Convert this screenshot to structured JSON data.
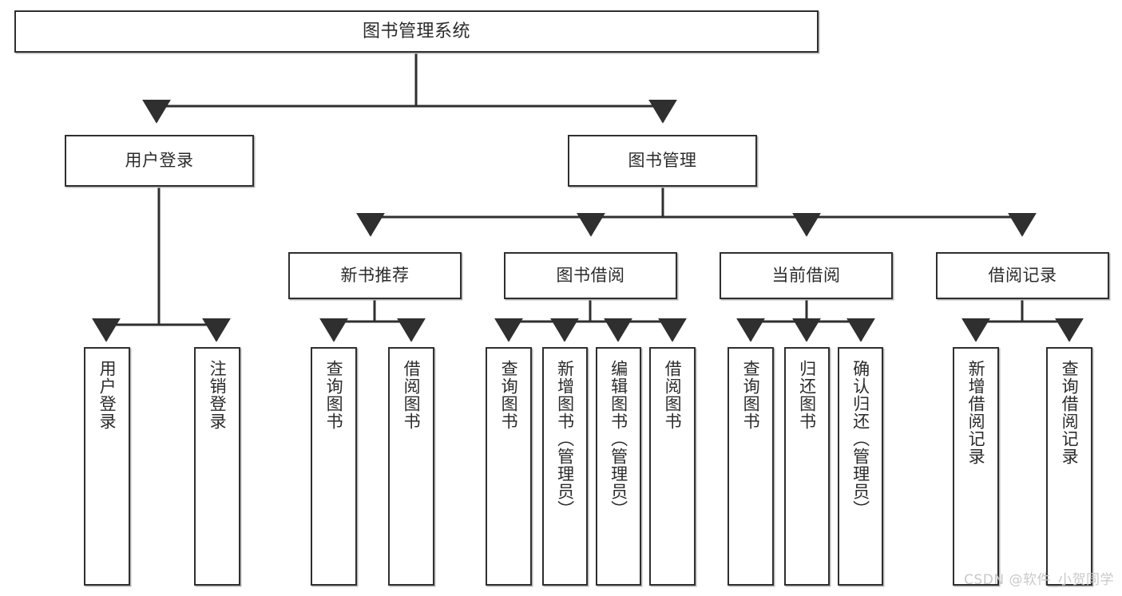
{
  "diagram": {
    "title": "图书管理系统",
    "type": "functional-structure-tree",
    "root": {
      "id": "root",
      "label": "图书管理系统"
    },
    "level2": [
      {
        "id": "user-login",
        "label": "用户登录"
      },
      {
        "id": "book-manage",
        "label": "图书管理"
      }
    ],
    "level3": [
      {
        "id": "new-book-recommend",
        "label": "新书推荐"
      },
      {
        "id": "book-borrow",
        "label": "图书借阅"
      },
      {
        "id": "current-borrow",
        "label": "当前借阅"
      },
      {
        "id": "borrow-record",
        "label": "借阅记录"
      }
    ],
    "leaves": {
      "user_login": [
        {
          "id": "leaf-user-login",
          "label": "用户登录"
        },
        {
          "id": "leaf-logout-login",
          "label": "注销登录"
        }
      ],
      "new_book_recommend": [
        {
          "id": "leaf-query-book-1",
          "label": "查询图书"
        },
        {
          "id": "leaf-borrow-book-1",
          "label": "借阅图书"
        }
      ],
      "book_borrow": [
        {
          "id": "leaf-query-book-2",
          "label": "查询图书"
        },
        {
          "id": "leaf-add-book",
          "label": "新增图书（管理员）"
        },
        {
          "id": "leaf-edit-book",
          "label": "编辑图书（管理员）"
        },
        {
          "id": "leaf-borrow-book-2",
          "label": "借阅图书"
        }
      ],
      "current_borrow": [
        {
          "id": "leaf-query-book-3",
          "label": "查询图书"
        },
        {
          "id": "leaf-return-book",
          "label": "归还图书"
        },
        {
          "id": "leaf-confirm-return",
          "label": "确认归还（管理员）"
        }
      ],
      "borrow_record": [
        {
          "id": "leaf-add-record",
          "label": "新增借阅记录"
        },
        {
          "id": "leaf-query-record",
          "label": "查询借阅记录"
        }
      ]
    }
  },
  "watermark": {
    "text": "CSDN @软件_小贺同学"
  },
  "colors": {
    "stroke": "#2f2f2f",
    "fill": "#ffffff",
    "text": "#2b2b2b",
    "shadow": "#b9b9b9",
    "watermark": "#c9c9c9"
  }
}
